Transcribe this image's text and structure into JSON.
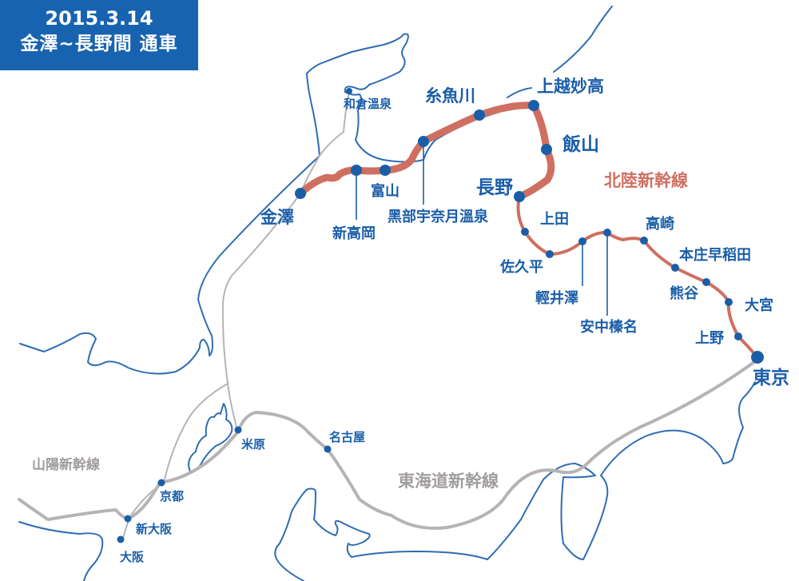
{
  "header": {
    "date": "2015.3.14",
    "subtitle": "金澤~長野間 通車"
  },
  "lines": {
    "hokuriku": {
      "label": "北陸新幹線",
      "color": "#cf6f61"
    },
    "tokaido": {
      "label": "東海道新幹線",
      "color": "#b7b3b5"
    },
    "sanyo": {
      "label": "山陽新幹線",
      "color": "#b7b3b5"
    }
  },
  "colors": {
    "title_bg": "#1863b0",
    "station": "#1a5ea8",
    "coast": "#2f6db3"
  },
  "stations": {
    "hokuriku": [
      {
        "name": "金澤"
      },
      {
        "name": "新高岡"
      },
      {
        "name": "富山"
      },
      {
        "name": "黑部宇奈月溫泉"
      },
      {
        "name": "糸魚川"
      },
      {
        "name": "上越妙高"
      },
      {
        "name": "飯山"
      },
      {
        "name": "長野"
      },
      {
        "name": "上田"
      },
      {
        "name": "佐久平"
      },
      {
        "name": "輕井澤"
      },
      {
        "name": "安中榛名"
      },
      {
        "name": "高崎"
      },
      {
        "name": "本庄早稻田"
      },
      {
        "name": "熊谷"
      },
      {
        "name": "大宮"
      },
      {
        "name": "上野"
      },
      {
        "name": "東京"
      }
    ],
    "other": [
      {
        "name": "和倉溫泉"
      },
      {
        "name": "米原"
      },
      {
        "name": "名古屋"
      },
      {
        "name": "京都"
      },
      {
        "name": "新大阪"
      },
      {
        "name": "大阪"
      }
    ]
  }
}
